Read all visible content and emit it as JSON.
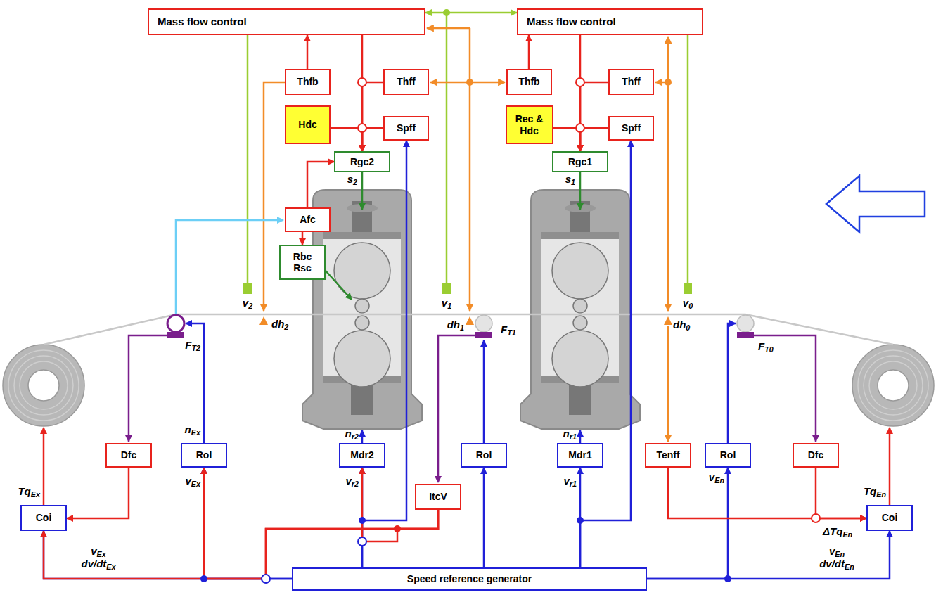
{
  "diagram": {
    "nodes": [
      {
        "text": [
          "Mass flow control"
        ]
      },
      {
        "text": [
          "Mass flow control"
        ]
      },
      {
        "text": [
          "Thfb"
        ]
      },
      {
        "text": [
          "Thff"
        ]
      },
      {
        "text": [
          "Thfb"
        ]
      },
      {
        "text": [
          "Thff"
        ]
      },
      {
        "text": [
          "Hdc"
        ]
      },
      {
        "text": [
          "Spff"
        ]
      },
      {
        "text": [
          "Rec & Hdc"
        ]
      },
      {
        "text": [
          "Spff"
        ]
      },
      {
        "text": [
          "Rgc2"
        ]
      },
      {
        "text": [
          "Rgc1"
        ]
      },
      {
        "text": [
          "Afc"
        ]
      },
      {
        "text": [
          "Rbc Rsc"
        ]
      },
      {
        "text": [
          "Dfc"
        ]
      },
      {
        "text": [
          "Rol"
        ]
      },
      {
        "text": [
          "Mdr2"
        ]
      },
      {
        "text": [
          "Rol"
        ]
      },
      {
        "text": [
          "Mdr1"
        ]
      },
      {
        "text": [
          "Tenff"
        ]
      },
      {
        "text": [
          "Rol"
        ]
      },
      {
        "text": [
          "Dfc"
        ]
      },
      {
        "text": [
          "ItcV"
        ]
      },
      {
        "text": [
          "Coi"
        ]
      },
      {
        "text": [
          "Coi"
        ]
      },
      {
        "text": [
          "Speed reference generator"
        ]
      }
    ],
    "edges": [
      {
        "from": 0,
        "to": 1,
        "arrow": "both"
      },
      {
        "from": 2,
        "to": 0,
        "arrow": "to"
      },
      {
        "from": 0,
        "to": 10,
        "arrow": "to"
      },
      {
        "from": 3,
        "to": 10,
        "arrow": "to"
      },
      {
        "from": 6,
        "to": 10,
        "arrow": "to"
      },
      {
        "from": 7,
        "to": 10,
        "arrow": "to"
      },
      {
        "from": 4,
        "to": 1,
        "arrow": "to"
      },
      {
        "from": 1,
        "to": 11,
        "arrow": "to"
      },
      {
        "from": 5,
        "to": 11,
        "arrow": "to"
      },
      {
        "from": 8,
        "to": 11,
        "arrow": "to"
      },
      {
        "from": 9,
        "to": 11,
        "arrow": "to"
      },
      {
        "from": 12,
        "to": 10,
        "arrow": "to"
      },
      {
        "from": 12,
        "to": 13,
        "arrow": "to"
      },
      {
        "from": 14,
        "to": 23,
        "arrow": "to"
      },
      {
        "from": 25,
        "to": 15,
        "arrow": "to"
      },
      {
        "from": 25,
        "to": 23,
        "arrow": "to"
      },
      {
        "from": 25,
        "to": 16,
        "arrow": "to"
      },
      {
        "from": 25,
        "to": 7,
        "arrow": "to"
      },
      {
        "from": 25,
        "to": 17,
        "arrow": "to"
      },
      {
        "from": 25,
        "to": 18,
        "arrow": "to"
      },
      {
        "from": 25,
        "to": 9,
        "arrow": "to"
      },
      {
        "from": 25,
        "to": 20,
        "arrow": "to"
      },
      {
        "from": 25,
        "to": 24,
        "arrow": "to"
      },
      {
        "from": 22,
        "to": 16,
        "arrow": "to"
      },
      {
        "from": 22,
        "to": 15,
        "arrow": "to"
      },
      {
        "from": 22,
        "to": 23,
        "arrow": "to"
      },
      {
        "from": 19,
        "to": 24,
        "arrow": "to"
      },
      {
        "from": 21,
        "to": 24,
        "arrow": "to"
      }
    ],
    "labels": [
      "v2",
      "dh2",
      "s2",
      "v1",
      "dh1",
      "s1",
      "v0",
      "dh0",
      "FT2",
      "FT1",
      "FT0",
      "TqEx",
      "nEx",
      "vEx",
      "nr2",
      "vr2",
      "nr1",
      "vr1",
      "vEn",
      "ΔTqEn",
      "TqEn",
      "vEx",
      "dv/dtEx",
      "vEn",
      "dv/dtEn"
    ]
  }
}
